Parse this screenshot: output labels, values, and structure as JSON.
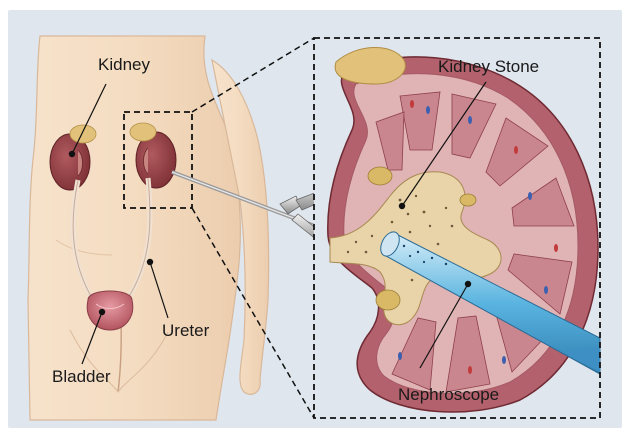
{
  "labels": {
    "kidney": "Kidney",
    "ureter": "Ureter",
    "bladder": "Bladder",
    "kidney_stone": "Kidney Stone",
    "nephroscope": "Nephroscope"
  },
  "colors": {
    "background": "#dfe6ee",
    "skin": "#f3dcc3",
    "skin_outline": "#d9b89a",
    "kidney": "#8e3b3f",
    "renal_tissue": "#b46a75",
    "stone": "#e2c27a",
    "nephroscope": "#7cc2e4",
    "dashed_box": "#111111"
  },
  "icons": [
    "leader-dot",
    "zoom-dashed-box",
    "nephroscope-instrument"
  ]
}
